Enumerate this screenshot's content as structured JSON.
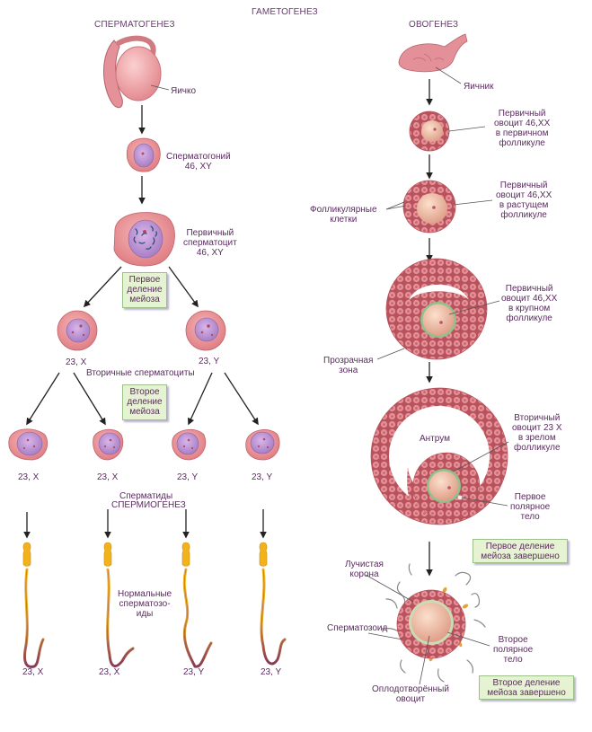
{
  "title": "ГАМЕТОГЕНЕЗ",
  "colors": {
    "text": "#5b2b60",
    "cell_outer": "#e88a8f",
    "cell_nucleus": "#b98bd0",
    "note_box_bg": "#e6f3d2",
    "note_box_border": "#9cc08a",
    "arrow": "#222222",
    "sperm_head": "#f2b21c",
    "sperm_tail": "#8b3a55",
    "zona": "#8ec28a"
  },
  "spermatogenesis": {
    "header": "СПЕРМАТОГЕНЕЗ",
    "testis_label": "Яичко",
    "spermatogonium_label": "Сперматогоний\n46, XY",
    "primary_spermatocyte_label": "Первичный\nсперматоцит\n46, XY",
    "first_meiosis_box": "Первое\nделение\nмейоза",
    "secondary": [
      {
        "karyotype": "23, X"
      },
      {
        "karyotype": "23, Y"
      }
    ],
    "secondary_label": "Вторичные сперматоциты",
    "second_meiosis_box": "Второе\nделение\nмейоза",
    "spermatids": [
      {
        "karyotype": "23, X"
      },
      {
        "karyotype": "23, X"
      },
      {
        "karyotype": "23, Y"
      },
      {
        "karyotype": "23, Y"
      }
    ],
    "spermatids_label": "Сперматиды",
    "spermiogenesis_label": "СПЕРМИОГЕНЕЗ",
    "sperm": [
      {
        "karyotype": "23, X"
      },
      {
        "karyotype": "23, X"
      },
      {
        "karyotype": "23, Y"
      },
      {
        "karyotype": "23, Y"
      }
    ],
    "normal_sperm_label": "Нормальные\nсперматозо-\nиды"
  },
  "oogenesis": {
    "header": "ОВОГЕНЕЗ",
    "ovary_label": "Яичник",
    "stage1_label": "Первичный\nовоцит 46,XX\nв первичном\nфолликуле",
    "follicular_cells_label": "Фолликулярные\nклетки",
    "stage2_label": "Первичный\nовоцит 46,XX\nв растущем\nфолликуле",
    "stage3_label": "Первичный\nовоцит 46,XX\nв крупном\nфолликуле",
    "zona_label": "Прозрачная\nзона",
    "antrum_label": "Антрум",
    "stage4_label": "Вторичный\nовоцит 23 X\nв зрелом\nфолликуле",
    "first_polar_body_label": "Первое\nполярное\nтело",
    "first_meiosis_done_box": "Первое деление\nмейоза завершено",
    "corona_label": "Лучистая\nкорона",
    "sperm_label": "Сперматозоид",
    "second_polar_body_label": "Второе\nполярное\nтело",
    "fertilized_label": "Оплодотворённый\nовоцит",
    "second_meiosis_done_box": "Второе деление\nмейоза завершено"
  }
}
